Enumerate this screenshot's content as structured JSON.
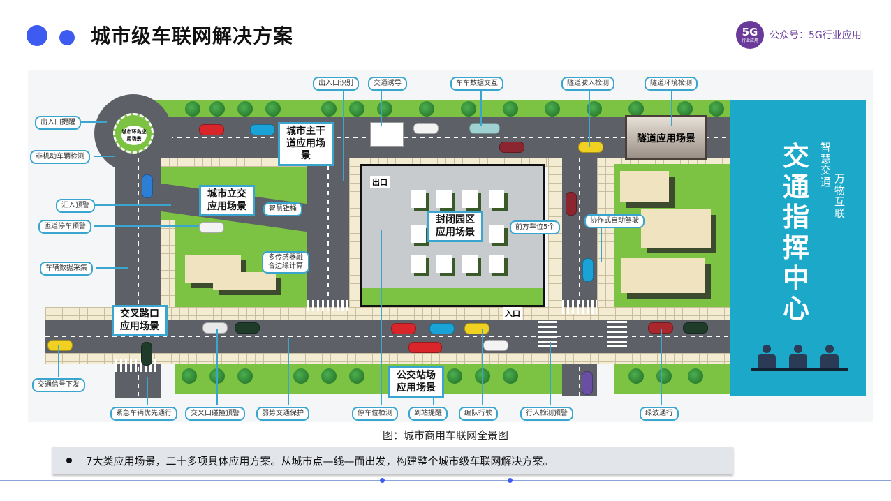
{
  "header": {
    "title": "城市级车联网解决方案",
    "brand_logo": "5G",
    "brand_logo_sub": "行业应用",
    "brand_text": "公众号：5G行业应用"
  },
  "map": {
    "labels": [
      "出入口提醒",
      "非机动车辆检测",
      "汇入预警",
      "匝道停车预警",
      "车辆数据采集",
      "交通信号下发",
      "紧急车辆优先通行",
      "交叉口碰撞预警",
      "弱势交通保护",
      "停车位检测",
      "到站提醒",
      "编队行驶",
      "行人检测预警",
      "绿波通行",
      "出入口识别",
      "交通诱导",
      "车车数据交互",
      "隧道驶入检测",
      "隧道环境检测",
      "智慧锥桶",
      "多传感器融合边缘计算",
      "前方车位5个",
      "协作式自动驾驶"
    ],
    "scenes": {
      "roundabout": "城市环岛应用场景",
      "arterial": "城市主干道应用场景",
      "interchange": "城市立交应用场景",
      "intersection": "交叉路口应用场景",
      "park": "封闭园区应用场景",
      "bus": "公交站场应用场景",
      "tunnel": "隧道应用场景"
    },
    "exit": "出口",
    "entrance": "入口",
    "command_center": {
      "title": "交通指挥中心",
      "slogan1": "智慧交通",
      "slogan2": "万物互联"
    }
  },
  "caption": "图：城市商用车联网全景图",
  "bullet": "7大类应用场景，二十多项具体应用方案。从城市点—线—面出发，构建整个城市级车联网解决方案。",
  "colors": {
    "accent": "#3d5bf0",
    "label_border": "#3aa6d0",
    "command_bg": "#1ca8c9",
    "brand": "#6a3a9a"
  }
}
